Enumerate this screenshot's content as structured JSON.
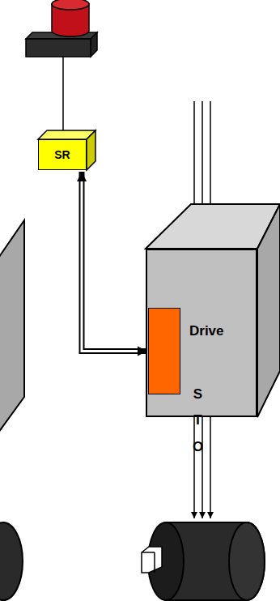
{
  "diagram": {
    "nodes": [
      {
        "text": [
          "SR"
        ]
      },
      {
        "text": [
          "Drive"
        ]
      },
      {
        "text": [
          "S T O"
        ],
        "in": 1
      }
    ],
    "edges": [
      {
        "from": 0,
        "to": 2,
        "arrow": "both"
      }
    ]
  }
}
